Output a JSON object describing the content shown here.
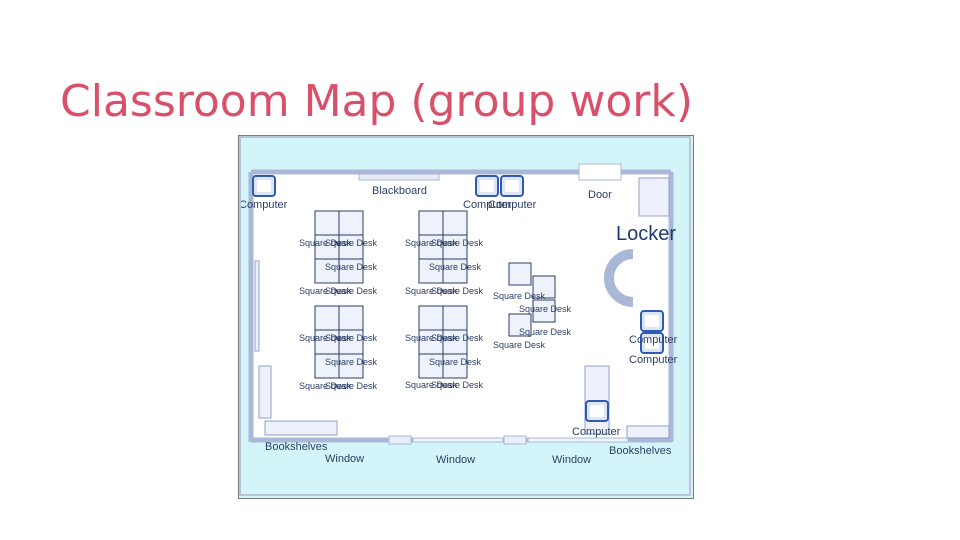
{
  "slide": {
    "title": "Classroom Map (group work)"
  },
  "map": {
    "labels": {
      "blackboard": "Blackboard",
      "door": "Door",
      "locker": "Locker",
      "bookshelves": "Bookshelves",
      "window": "Window",
      "computer": "Computer",
      "square_desk": "Square Desk"
    }
  }
}
